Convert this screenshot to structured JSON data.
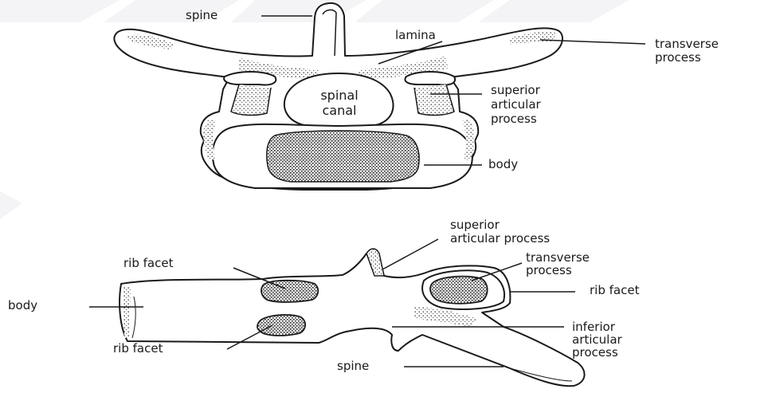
{
  "top_view": {
    "spine": "spine",
    "lamina": "lamina",
    "spinal_canal": "spinal\ncanal",
    "transverse_process": "transverse\nprocess",
    "superior_articular_process": "superior\narticular\nprocess",
    "body": "body"
  },
  "side_view": {
    "superior_articular_process": "superior\narticular process",
    "transverse_process": "transverse\nprocess",
    "rib_facet_upper_left": "rib facet",
    "rib_facet_right": "rib facet",
    "body": "body",
    "inferior_articular_process": "inferior\narticular\nprocess",
    "rib_facet_lower_left": "rib facet",
    "spine": "spine"
  }
}
